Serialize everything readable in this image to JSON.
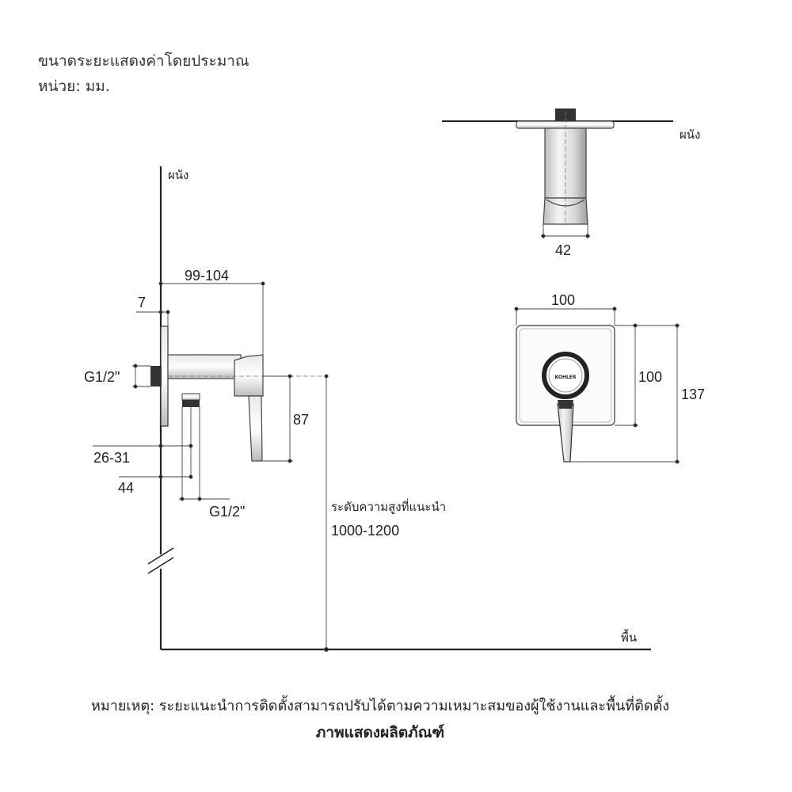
{
  "header": {
    "line1": "ขนาดระยะแสดงค่าโดยประมาณ",
    "line2": "หน่วย: มม."
  },
  "labels": {
    "wall_side": "ผนัง",
    "wall_top": "ผนัง",
    "floor": "พื้น",
    "recommended_height_label": "ระดับความสูงที่แนะนำ",
    "recommended_height_value": "1000-1200",
    "brand": "KOHLER"
  },
  "dimensions": {
    "depth": "99-104",
    "plate_thickness": "7",
    "inlet_thread": "G1/2\"",
    "outlet_thread": "G1/2\"",
    "outlet_offset": "26-31",
    "outlet_distance": "44",
    "handle_drop": "87",
    "top_width": "42",
    "plate_width": "100",
    "plate_height": "100",
    "total_height": "137"
  },
  "footer": {
    "note": "หมายเหตุ: ระยะแนะนำการติดตั้งสามารถปรับได้ตามความเหมาะสมของผู้ใช้งานและพื้นที่ติดตั้ง",
    "caption": "ภาพแสดงผลิตภัณฑ์"
  }
}
